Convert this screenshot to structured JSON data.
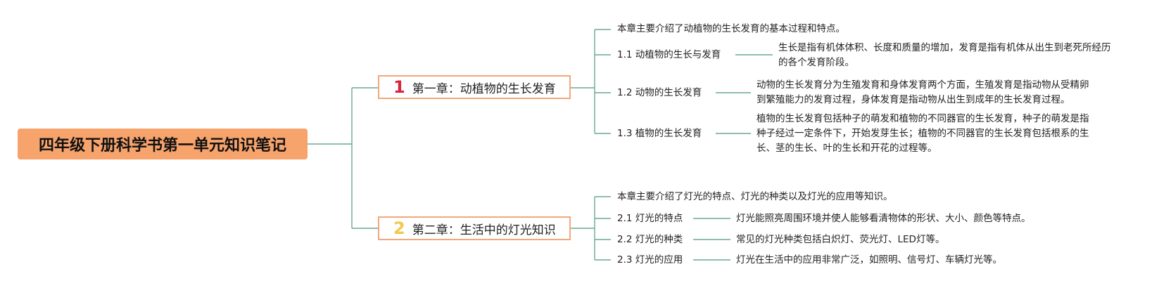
{
  "root": {
    "title": "四年级下册科学书第一单元知识笔记"
  },
  "chapters": [
    {
      "badge": "1",
      "title": "第一章：动植物的生长发育",
      "intro": "本章主要介绍了动植物的生长发育的基本过程和特点。",
      "sections": [
        {
          "label": "1.1 动植物的生长与发育",
          "text": [
            "生长是指有机体体积、长度和质量的增加，发育是指有机体从出生到老死所经历",
            "的各个发育阶段。"
          ]
        },
        {
          "label": "1.2 动物的生长发育",
          "text": [
            "动物的生长发育分为生殖发育和身体发育两个方面，生殖发育是指动物从受精卵",
            "到繁殖能力的发育过程，身体发育是指动物从出生到成年的生长发育过程。"
          ]
        },
        {
          "label": "1.3 植物的生长发育",
          "text": [
            "植物的生长发育包括种子的萌发和植物的不同器官的生长发育，种子的萌发是指",
            "种子经过一定条件下，开始发芽生长；植物的不同器官的生长发育包括根系的生",
            "长、茎的生长、叶的生长和开花的过程等。"
          ]
        }
      ]
    },
    {
      "badge": "2",
      "title": "第二章：生活中的灯光知识",
      "intro": "本章主要介绍了灯光的特点、灯光的种类以及灯光的应用等知识。",
      "sections": [
        {
          "label": "2.1 灯光的特点",
          "text": [
            "灯光能照亮周围环境并使人能够看清物体的形状、大小、颜色等特点。"
          ]
        },
        {
          "label": "2.2 灯光的种类",
          "text": [
            "常见的灯光种类包括白炽灯、荧光灯、LED灯等。"
          ]
        },
        {
          "label": "2.3 灯光的应用",
          "text": [
            "灯光在生活中的应用非常广泛，如照明、信号灯、车辆灯光等。"
          ]
        }
      ]
    }
  ],
  "colors": {
    "root_bg": "#f6a36c",
    "chapter_border": "#f4a77a",
    "connector": "#6aa890",
    "badge1": "#d7253c",
    "badge2": "#f2c94c"
  }
}
